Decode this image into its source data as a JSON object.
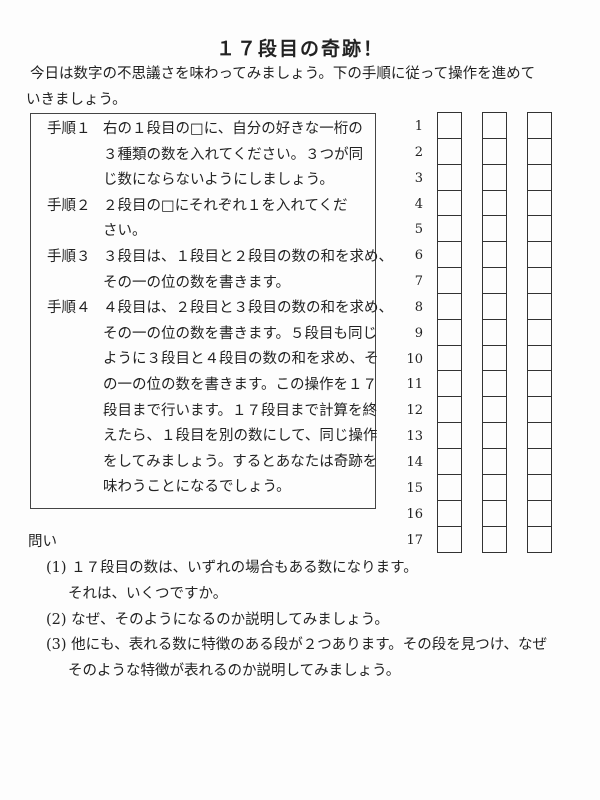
{
  "title": "１７段目の奇跡！",
  "intro": [
    "今日は数字の不思議さを味わってみましょう。下の手順に従って操作を進めて",
    "いきましょう。"
  ],
  "steps": [
    {
      "label": "手順１",
      "lines": [
        "右の１段目の□に、自分の好きな一桁の",
        "３種類の数を入れてください。３つが同",
        "じ数にならないようにしましょう。"
      ]
    },
    {
      "label": "手順２",
      "lines": [
        "２段目の□にそれぞれ１を入れてくだ",
        "さい。"
      ]
    },
    {
      "label": "手順３",
      "lines": [
        "３段目は、１段目と２段目の数の和を求め、",
        "その一の位の数を書きます。"
      ]
    },
    {
      "label": "手順４",
      "lines": [
        "４段目は、２段目と３段目の数の和を求め、",
        "その一の位の数を書きます。５段目も同じ",
        "ように３段目と４段目の数の和を求め、そ",
        "の一の位の数を書きます。この操作を１７",
        "段目まで行います。１７段目まで計算を終",
        "えたら、１段目を別の数にして、同じ操作",
        "をしてみましょう。するとあなたは奇跡を",
        "味わうことになるでしょう。"
      ]
    }
  ],
  "row_numbers": [
    "1",
    "2",
    "3",
    "4",
    "5",
    "6",
    "7",
    "8",
    "9",
    "10",
    "11",
    "12",
    "13",
    "14",
    "15",
    "16",
    "17"
  ],
  "questions": {
    "heading": "問い",
    "lines": [
      "(1)  １７段目の数は、いずれの場合もある数になります。",
      "それは、いくつですか。",
      "(2)  なぜ、そのようになるのか説明してみましょう。",
      "(3)  他にも、表れる数に特徴のある段が２つあります。その段を見つけ、なぜ",
      "そのような特徴が表れるのか説明してみましょう。"
    ]
  }
}
